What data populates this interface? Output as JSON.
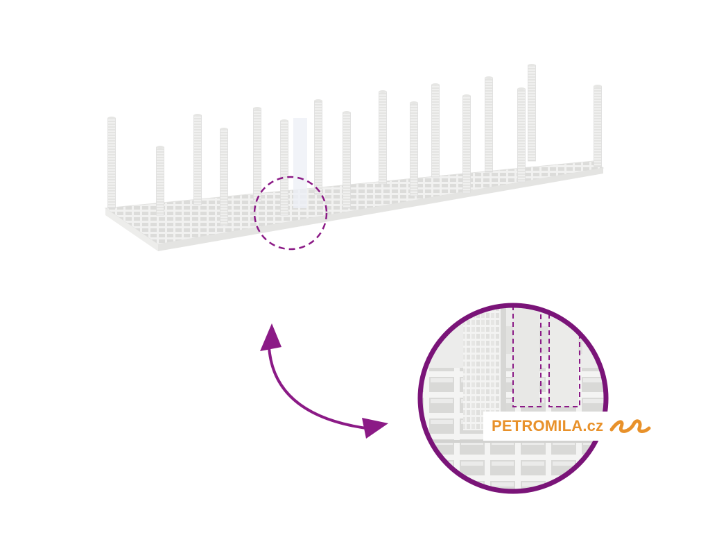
{
  "scene": {
    "subject": "plant-support-grid-with-vertical-stakes",
    "detail_view": "magnified-corner-joint",
    "icons": [
      "dashed-circle-marker",
      "curved-double-arrow",
      "dashed-slot-outline"
    ]
  },
  "brand": {
    "name": "PETROMILA.cz",
    "logo_icon": "squiggle-logo-icon",
    "text_color": "#e8912a",
    "logo_color": "#e8912a"
  },
  "colors": {
    "accent": "#8b1a86",
    "product": "#efefee",
    "product_shadow": "#d6d6d4",
    "background": "#ffffff"
  }
}
